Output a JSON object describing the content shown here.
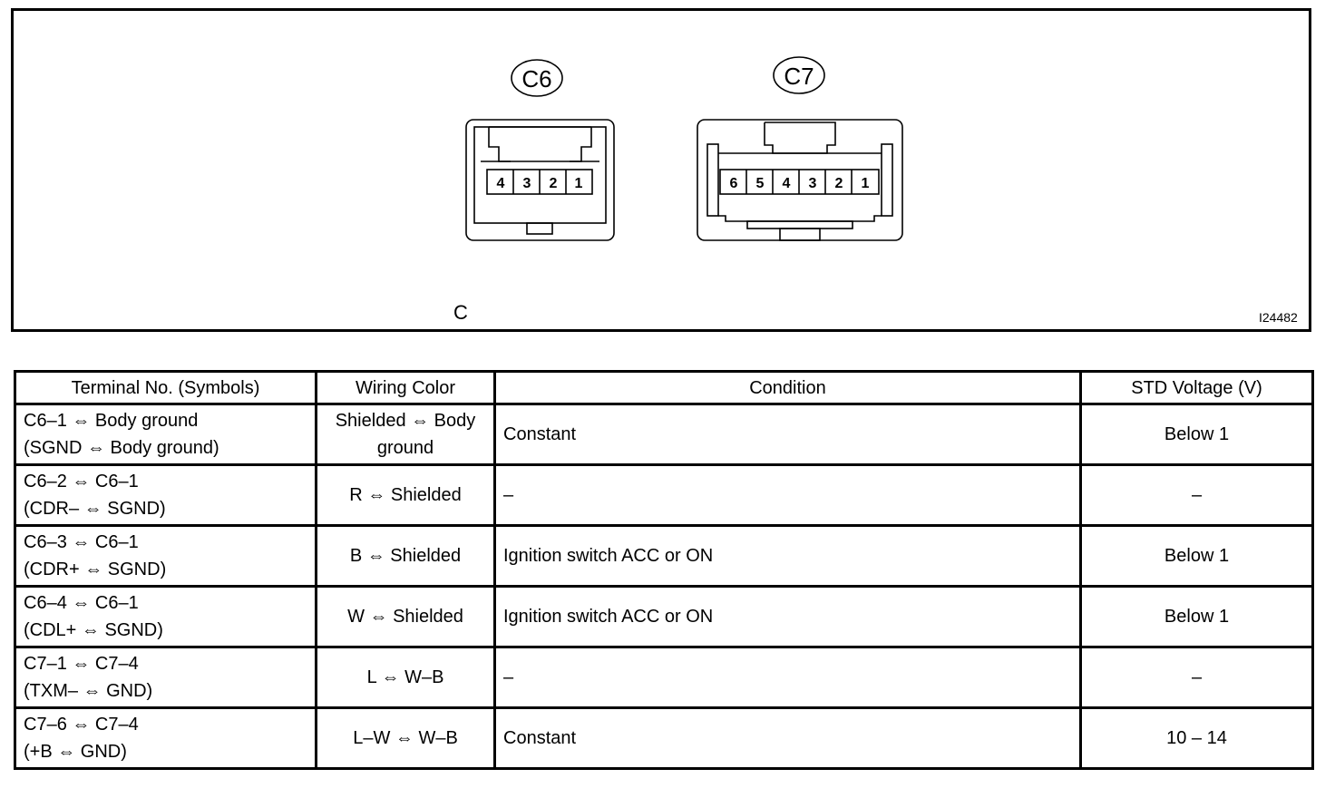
{
  "figure": {
    "connectors": [
      {
        "label": "C6",
        "pins": [
          "4",
          "3",
          "2",
          "1"
        ]
      },
      {
        "label": "C7",
        "pins": [
          "6",
          "5",
          "4",
          "3",
          "2",
          "1"
        ]
      }
    ],
    "caption": "C",
    "image_id": "I24482"
  },
  "table": {
    "headers": [
      "Terminal No. (Symbols)",
      "Wiring Color",
      "Condition",
      "STD Voltage (V)"
    ],
    "rows": [
      {
        "terminal": "C6–1 ⇔ Body ground",
        "symbols": "(SGND ⇔ Body ground)",
        "wiring1": "Shielded ⇔ Body",
        "wiring2": "ground",
        "condition": "Constant",
        "voltage": "Below 1"
      },
      {
        "terminal": "C6–2 ⇔ C6–1",
        "symbols": "(CDR– ⇔ SGND)",
        "wiring1": "R ⇔ Shielded",
        "wiring2": "",
        "condition": "–",
        "voltage": "–"
      },
      {
        "terminal": "C6–3 ⇔ C6–1",
        "symbols": "(CDR+ ⇔ SGND)",
        "wiring1": "B ⇔ Shielded",
        "wiring2": "",
        "condition": "Ignition switch ACC or ON",
        "voltage": "Below 1"
      },
      {
        "terminal": "C6–4 ⇔ C6–1",
        "symbols": "(CDL+ ⇔ SGND)",
        "wiring1": "W ⇔ Shielded",
        "wiring2": "",
        "condition": "Ignition switch ACC or ON",
        "voltage": "Below 1"
      },
      {
        "terminal": "C7–1 ⇔ C7–4",
        "symbols": "(TXM– ⇔ GND)",
        "wiring1": "L ⇔ W–B",
        "wiring2": "",
        "condition": "–",
        "voltage": "–"
      },
      {
        "terminal": "C7–6 ⇔ C7–4",
        "symbols": "(+B ⇔ GND)",
        "wiring1": "L–W ⇔ W–B",
        "wiring2": "",
        "condition": "Constant",
        "voltage": "10 – 14"
      }
    ]
  }
}
